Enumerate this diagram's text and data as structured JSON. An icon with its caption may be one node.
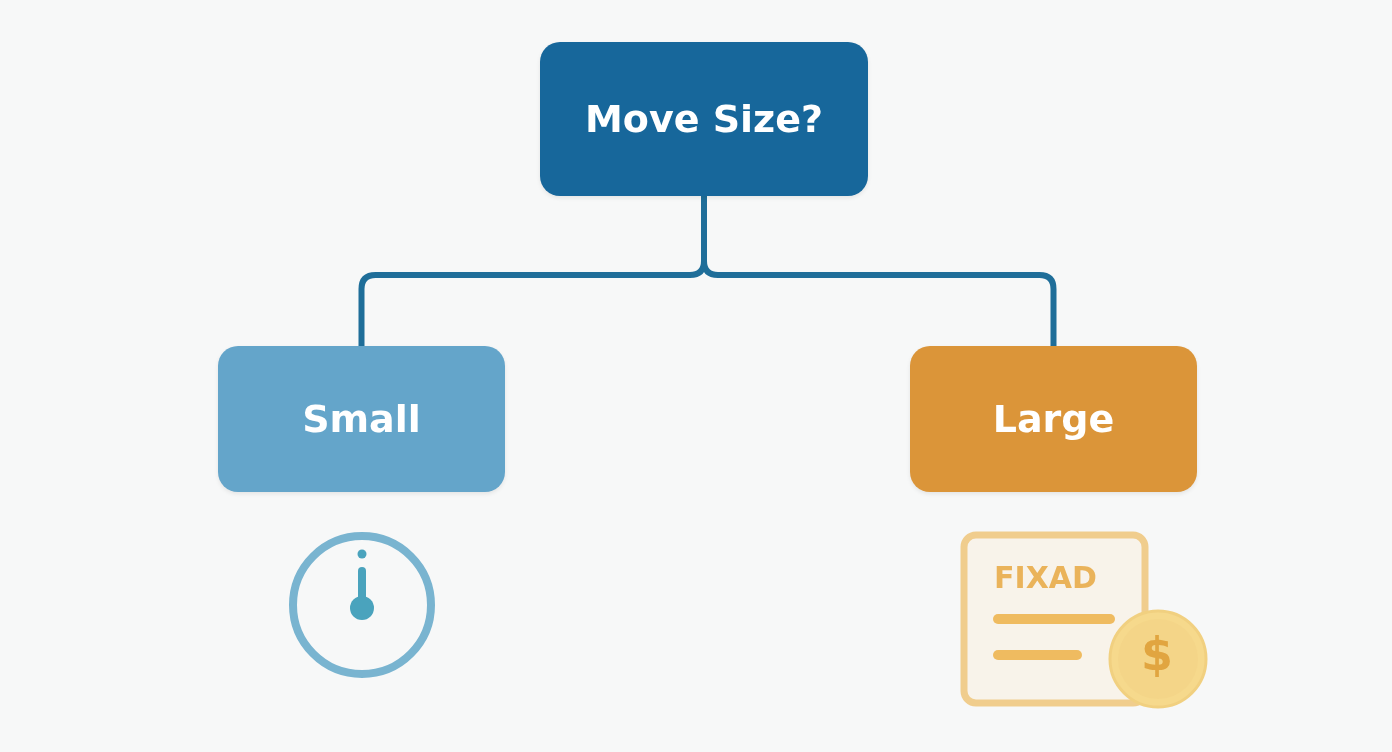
{
  "diagram": {
    "nodes": [
      {
        "text": [
          "Move Size?"
        ]
      },
      {
        "text": [
          "Small"
        ]
      },
      {
        "text": [
          "Large"
        ]
      }
    ],
    "edges": [
      {
        "from": 0,
        "to": 1,
        "arrow": "none"
      },
      {
        "from": 0,
        "to": 2,
        "arrow": "none"
      }
    ],
    "labels": [
      "FIXAD",
      "$"
    ]
  }
}
